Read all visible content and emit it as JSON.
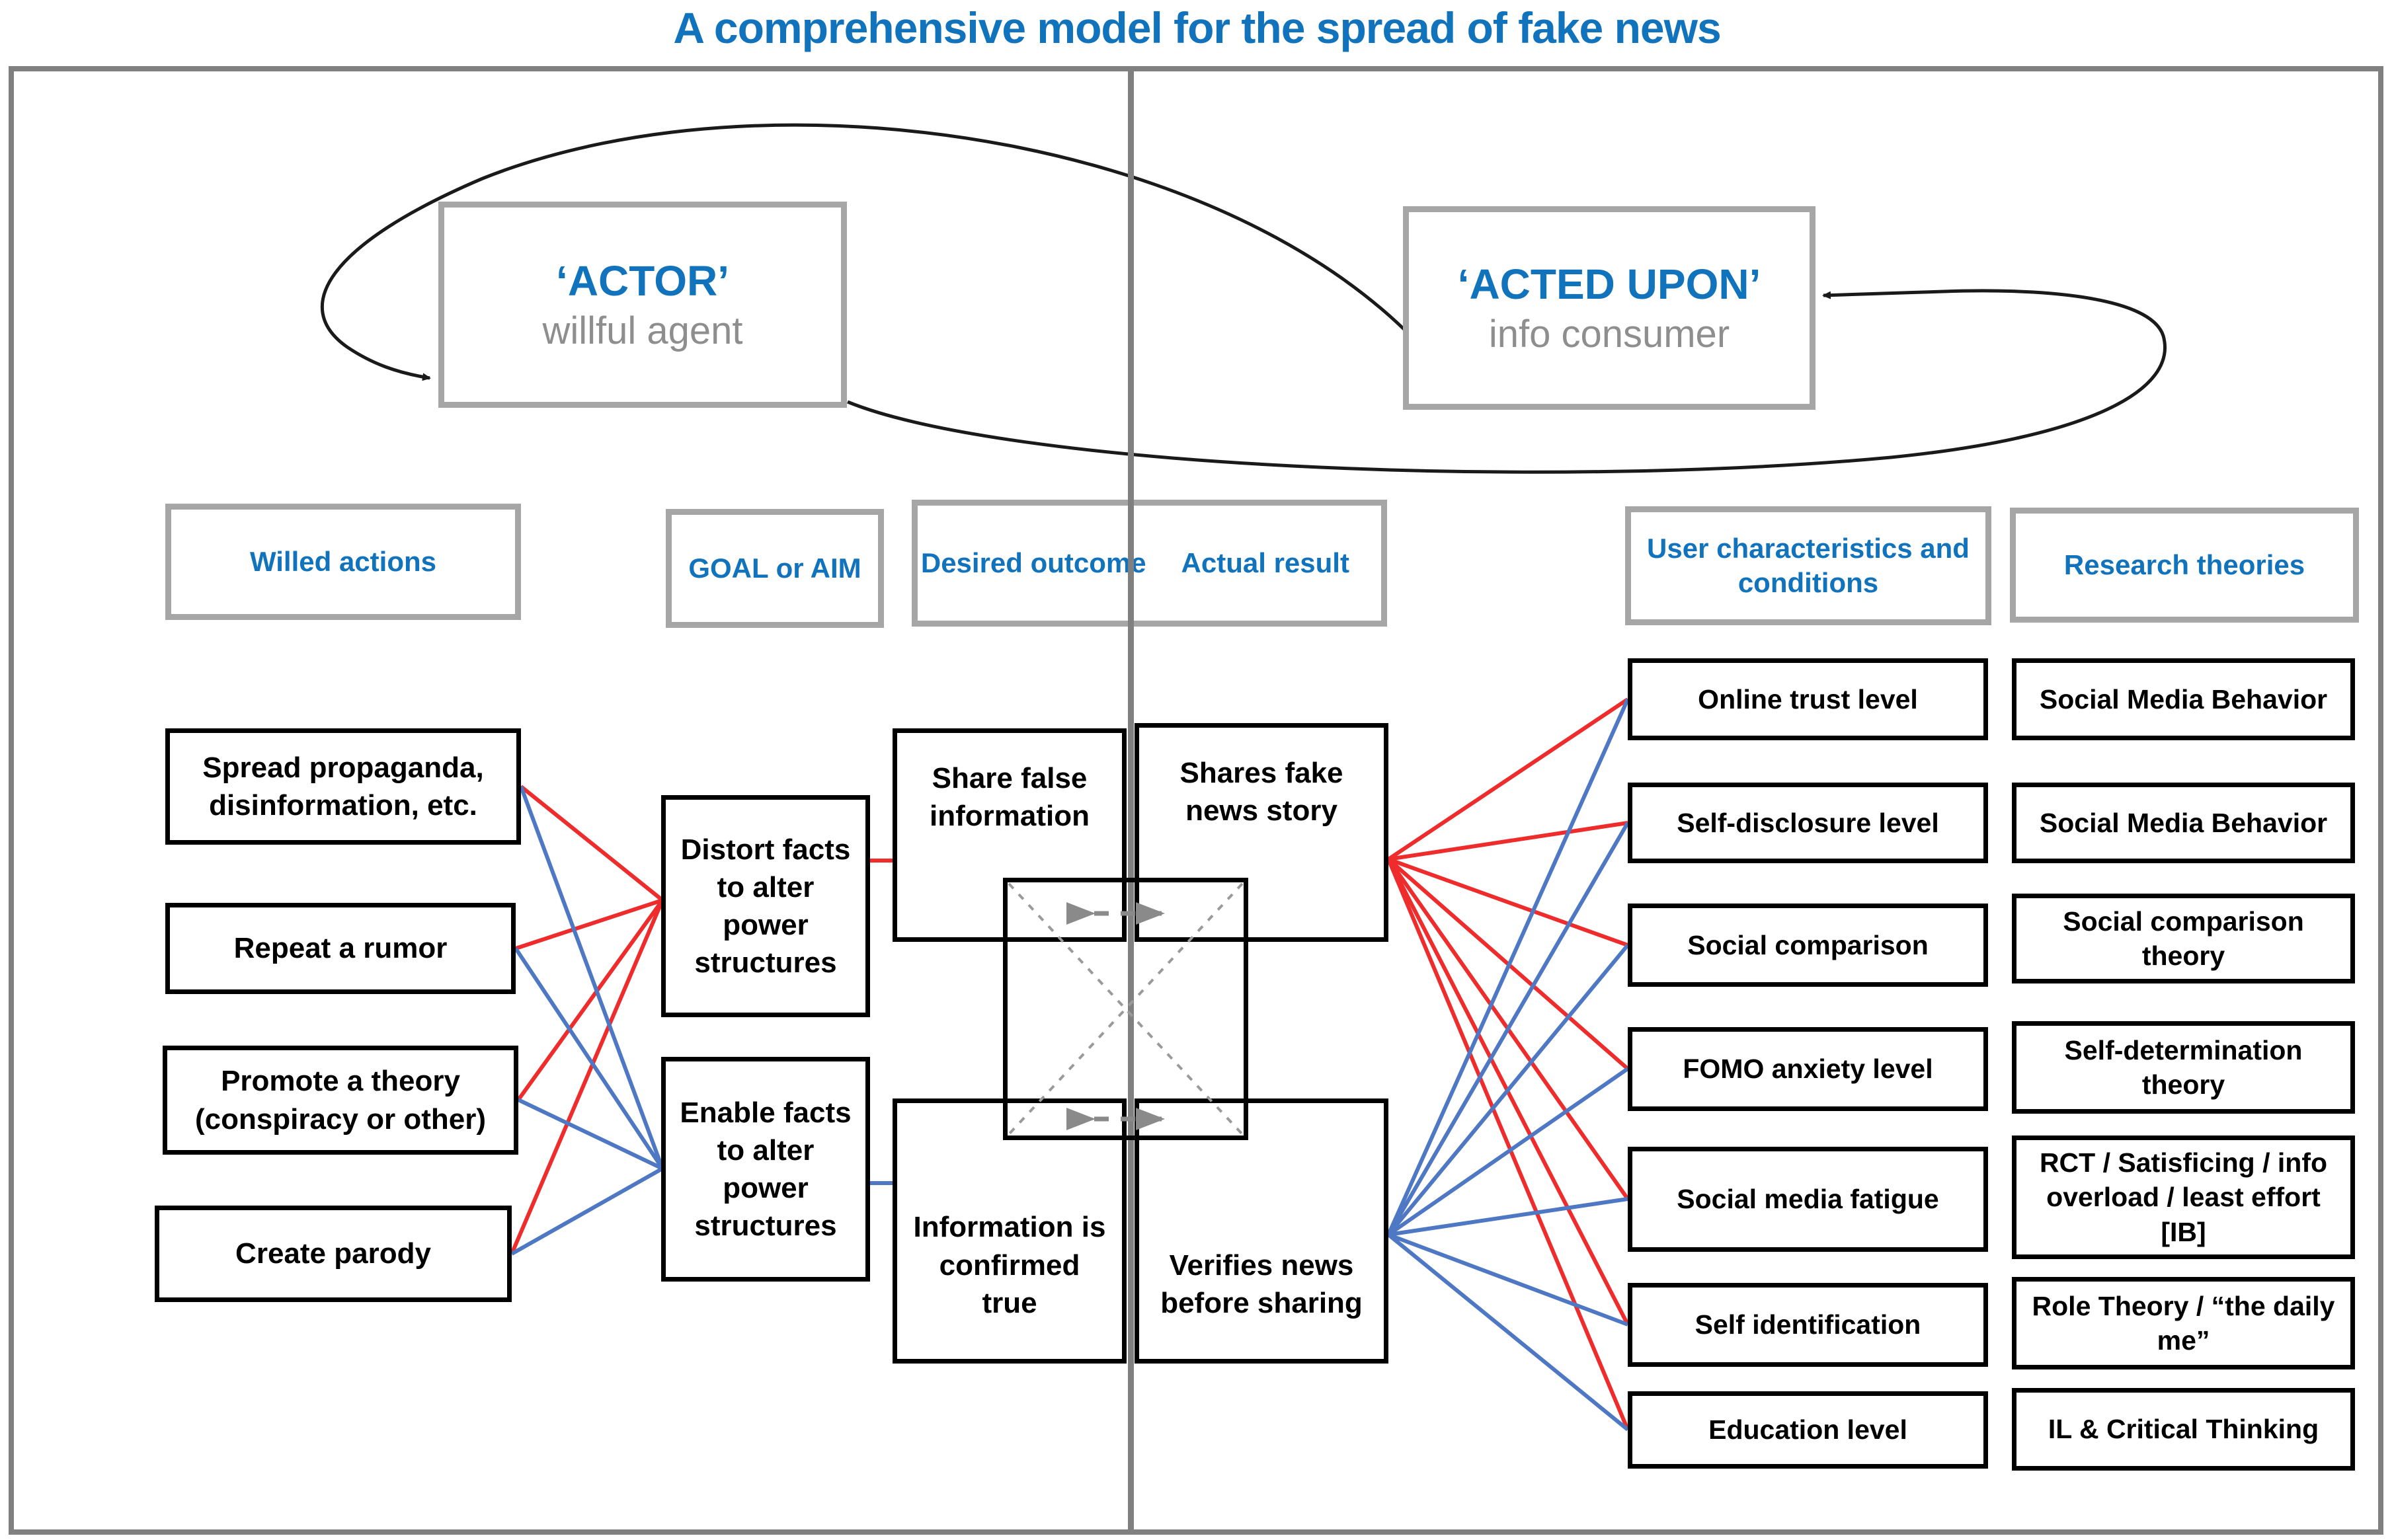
{
  "title": "A comprehensive model for the spread of fake news",
  "actor": {
    "title": "‘ACTOR’",
    "subtitle": "willful agent"
  },
  "acted_upon": {
    "title": "‘ACTED UPON’",
    "subtitle": "info consumer"
  },
  "column_headers": {
    "willed_actions": "Willed actions",
    "goal_or_aim": "GOAL or AIM",
    "desired_outcome": "Desired outcome",
    "actual_result": "Actual result",
    "user_characteristics": "User characteristics and conditions",
    "research_theories": "Research theories"
  },
  "willed_actions": [
    "Spread propaganda, disinformation, etc.",
    "Repeat a rumor",
    "Promote a theory (conspiracy or other)",
    "Create parody"
  ],
  "goals": [
    "Distort facts to alter power structures",
    "Enable facts to alter power structures"
  ],
  "desired_outcomes": [
    "Share false information",
    "Information is confirmed true"
  ],
  "actual_results": [
    "Shares fake news story",
    "Verifies news before sharing"
  ],
  "user_characteristics": [
    "Online trust level",
    "Self-disclosure level",
    "Social comparison",
    "FOMO anxiety level",
    "Social media fatigue",
    "Self identification",
    "Education level"
  ],
  "research_theories": [
    "Social Media Behavior",
    "Social Media Behavior",
    "Social comparison theory",
    "Self-determination theory",
    "RCT / Satisficing / info overload / least effort [IB]",
    "Role Theory / “the daily me”",
    "IL & Critical Thinking"
  ],
  "connections": {
    "red_left": "each willed action → Distort facts to alter power structures",
    "blue_left": "each willed action → Enable facts to alter power structures",
    "red_right": "Shares fake news story → every user characteristic",
    "blue_right": "Verifies news before sharing → every user characteristic",
    "loop": "ACTOR ⇄ ACTED UPON"
  },
  "colors": {
    "accent_blue": "#1273bd",
    "red_line": "#ee2c2c",
    "blue_line": "#4f78c4",
    "gray_border": "#a6a6a6",
    "gray_text": "#8e8e8e",
    "divider_gray": "#808080"
  }
}
